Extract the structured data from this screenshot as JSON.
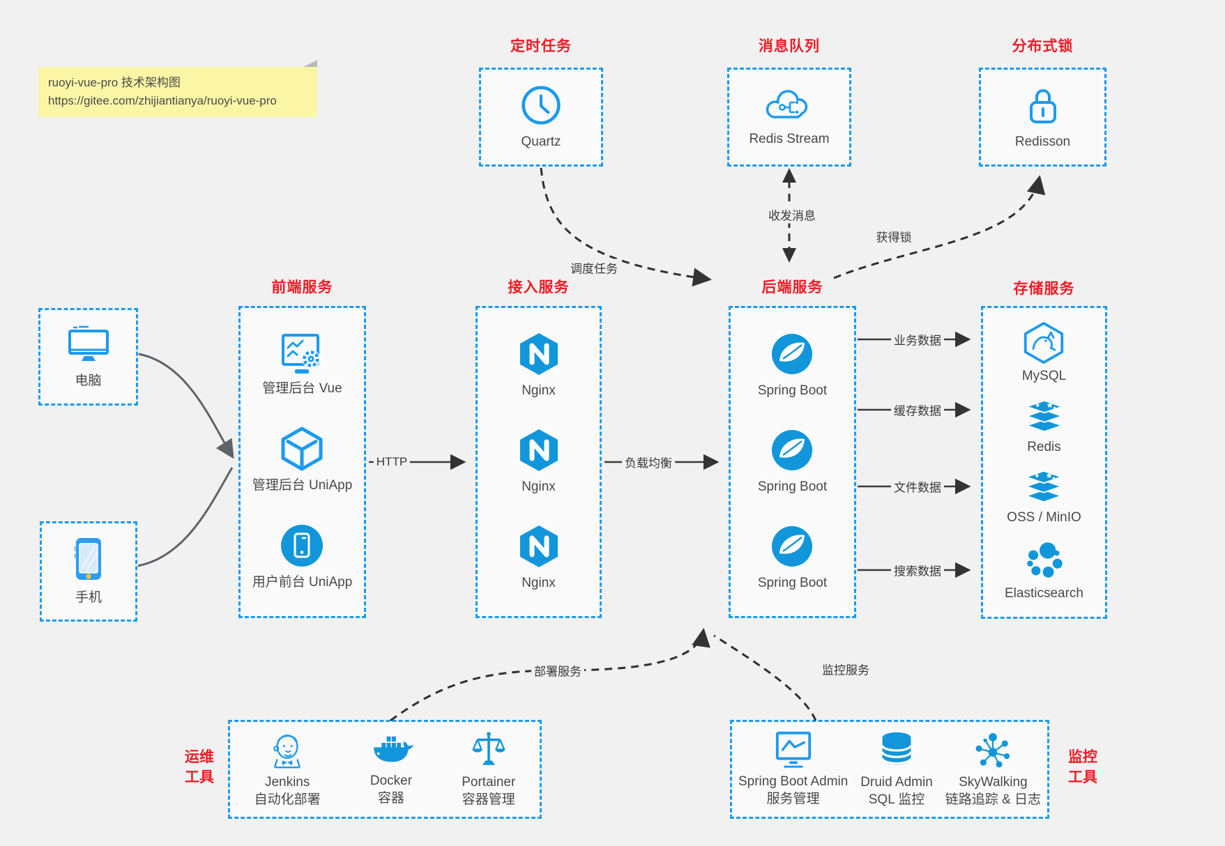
{
  "note": {
    "line1": "ruoyi-vue-pro 技术架构图",
    "line2": "https://gitee.com/zhijiantianya/ruoyi-vue-pro"
  },
  "colors": {
    "border_blue": "#1b9af0",
    "icon_blue": "#1296db",
    "title_red": "#ee1b24",
    "canvas": "#f1f1f2",
    "arrow_dark": "#3a3a3a"
  },
  "top_groups": [
    {
      "title": "定时任务",
      "icon": "clock-icon",
      "caption": "Quartz"
    },
    {
      "title": "消息队列",
      "icon": "cloud-network-icon",
      "caption": "Redis Stream"
    },
    {
      "title": "分布式锁",
      "icon": "lock-icon",
      "caption": "Redisson"
    }
  ],
  "devices": [
    {
      "icon": "desktop-icon",
      "caption": "电脑"
    },
    {
      "icon": "smartphone-icon",
      "caption": "手机"
    }
  ],
  "columns": [
    {
      "title": "前端服务",
      "items": [
        {
          "icon": "admin-vue-icon",
          "caption": "管理后台 Vue"
        },
        {
          "icon": "cube-icon",
          "caption": "管理后台 UniApp"
        },
        {
          "icon": "mobile-app-icon",
          "caption": "用户前台 UniApp"
        }
      ]
    },
    {
      "title": "接入服务",
      "items": [
        {
          "icon": "nginx-icon",
          "caption": "Nginx"
        },
        {
          "icon": "nginx-icon",
          "caption": "Nginx"
        },
        {
          "icon": "nginx-icon",
          "caption": "Nginx"
        }
      ]
    },
    {
      "title": "后端服务",
      "items": [
        {
          "icon": "spring-icon",
          "caption": "Spring Boot"
        },
        {
          "icon": "spring-icon",
          "caption": "Spring Boot"
        },
        {
          "icon": "spring-icon",
          "caption": "Spring Boot"
        }
      ]
    },
    {
      "title": "存储服务",
      "items": [
        {
          "icon": "mysql-icon",
          "caption": "MySQL"
        },
        {
          "icon": "redis-icon",
          "caption": "Redis"
        },
        {
          "icon": "oss-icon",
          "caption": "OSS / MinIO"
        },
        {
          "icon": "elasticsearch-icon",
          "caption": "Elasticsearch"
        }
      ]
    }
  ],
  "bottom_groups": [
    {
      "label_line1": "运维",
      "label_line2": "工具",
      "items": [
        {
          "icon": "jenkins-icon",
          "caption1": "Jenkins",
          "caption2": "自动化部署"
        },
        {
          "icon": "docker-icon",
          "caption1": "Docker",
          "caption2": "容器"
        },
        {
          "icon": "portainer-icon",
          "caption1": "Portainer",
          "caption2": "容器管理"
        }
      ]
    },
    {
      "label_line1": "监控",
      "label_line2": "工具",
      "items": [
        {
          "icon": "monitor-chart-icon",
          "caption1": "Spring Boot Admin",
          "caption2": "服务管理"
        },
        {
          "icon": "database-icon",
          "caption1": "Druid Admin",
          "caption2": "SQL 监控"
        },
        {
          "icon": "node-graph-icon",
          "caption1": "SkyWalking",
          "caption2": "链路追踪 & 日志"
        }
      ]
    }
  ],
  "edges": {
    "http": "HTTP",
    "load_balance": "负载均衡",
    "biz_data": "业务数据",
    "cache_data": "缓存数据",
    "file_data": "文件数据",
    "search_data": "搜索数据",
    "schedule": "调度任务",
    "message": "收发消息",
    "acquire_lock": "获得锁",
    "deploy": "部署服务",
    "monitor": "监控服务"
  }
}
